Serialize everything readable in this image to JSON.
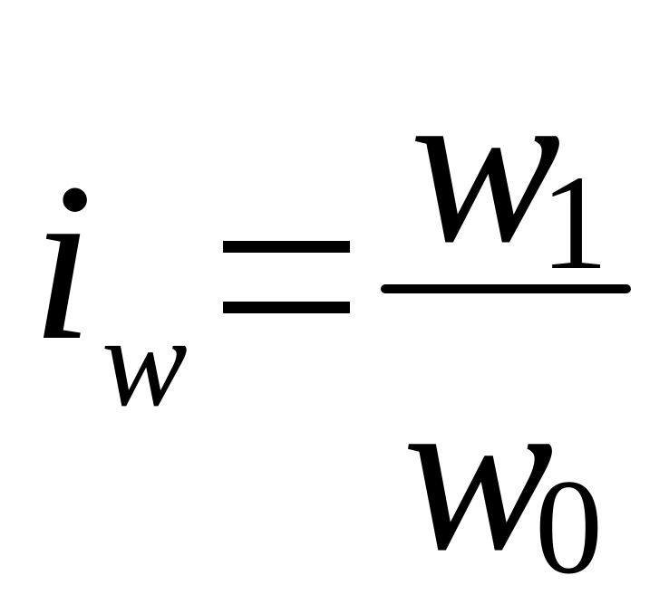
{
  "formula": {
    "lhs": {
      "base": "i",
      "subscript": "w"
    },
    "operator": "=",
    "numerator": {
      "base": "w",
      "subscript": "1"
    },
    "denominator": {
      "base": "w",
      "subscript": "0"
    }
  }
}
